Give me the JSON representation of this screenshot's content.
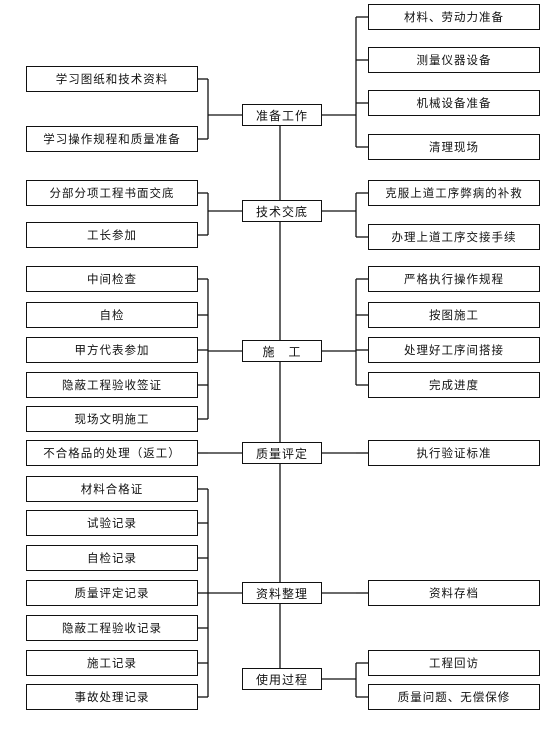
{
  "center": [
    {
      "id": "c_prep",
      "label": "准备工作"
    },
    {
      "id": "c_tech",
      "label": "技术交底"
    },
    {
      "id": "c_build",
      "label": "施　工"
    },
    {
      "id": "c_eval",
      "label": "质量评定"
    },
    {
      "id": "c_docs",
      "label": "资料整理"
    },
    {
      "id": "c_use",
      "label": "使用过程"
    }
  ],
  "left": [
    {
      "id": "l_1",
      "label": "学习图纸和技术资料",
      "parent": "c_prep"
    },
    {
      "id": "l_2",
      "label": "学习操作规程和质量准备",
      "parent": "c_prep"
    },
    {
      "id": "l_3",
      "label": "分部分项工程书面交底",
      "parent": "c_tech"
    },
    {
      "id": "l_4",
      "label": "工长参加",
      "parent": "c_tech"
    },
    {
      "id": "l_5",
      "label": "中间检查",
      "parent": "c_build"
    },
    {
      "id": "l_6",
      "label": "自检",
      "parent": "c_build"
    },
    {
      "id": "l_7",
      "label": "甲方代表参加",
      "parent": "c_build"
    },
    {
      "id": "l_8",
      "label": "隐蔽工程验收签证",
      "parent": "c_build"
    },
    {
      "id": "l_9",
      "label": "现场文明施工",
      "parent": "c_build"
    },
    {
      "id": "l_10",
      "label": "不合格品的处理（返工）",
      "parent": "c_eval"
    },
    {
      "id": "l_11",
      "label": "材料合格证",
      "parent": "c_docs"
    },
    {
      "id": "l_12",
      "label": "试验记录",
      "parent": "c_docs"
    },
    {
      "id": "l_13",
      "label": "自检记录",
      "parent": "c_docs"
    },
    {
      "id": "l_14",
      "label": "质量评定记录",
      "parent": "c_docs"
    },
    {
      "id": "l_15",
      "label": "隐蔽工程验收记录",
      "parent": "c_docs"
    },
    {
      "id": "l_16",
      "label": "施工记录",
      "parent": "c_docs"
    },
    {
      "id": "l_17",
      "label": "事故处理记录",
      "parent": "c_docs"
    }
  ],
  "right": [
    {
      "id": "r_1",
      "label": "材料、劳动力准备",
      "parent": "c_prep"
    },
    {
      "id": "r_2",
      "label": "测量仪器设备",
      "parent": "c_prep"
    },
    {
      "id": "r_3",
      "label": "机械设备准备",
      "parent": "c_prep"
    },
    {
      "id": "r_4",
      "label": "清理现场",
      "parent": "c_prep"
    },
    {
      "id": "r_5",
      "label": "克服上道工序弊病的补救",
      "parent": "c_tech"
    },
    {
      "id": "r_6",
      "label": "办理上道工序交接手续",
      "parent": "c_tech"
    },
    {
      "id": "r_7",
      "label": "严格执行操作规程",
      "parent": "c_build"
    },
    {
      "id": "r_8",
      "label": "按图施工",
      "parent": "c_build"
    },
    {
      "id": "r_9",
      "label": "处理好工序间搭接",
      "parent": "c_build"
    },
    {
      "id": "r_10",
      "label": "完成进度",
      "parent": "c_build"
    },
    {
      "id": "r_11",
      "label": "执行验证标准",
      "parent": "c_eval"
    },
    {
      "id": "r_12",
      "label": "资料存档",
      "parent": "c_docs"
    },
    {
      "id": "r_13",
      "label": "工程回访",
      "parent": "c_use"
    },
    {
      "id": "r_14",
      "label": "质量问题、无偿保修",
      "parent": "c_use"
    }
  ]
}
